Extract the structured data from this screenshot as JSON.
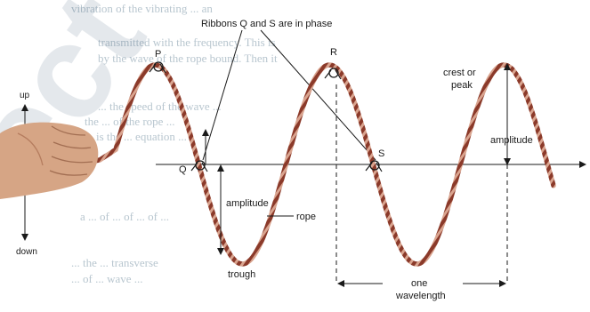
{
  "diagram": {
    "callout": "Ribbons Q and S are in phase",
    "points": {
      "p": "P",
      "q": "Q",
      "r": "R",
      "s": "S"
    },
    "crest_label": [
      "crest or",
      "peak"
    ],
    "amplitude_label": "amplitude",
    "amplitude_lower_label": "amplitude",
    "rope_label": "rope",
    "trough_label": "trough",
    "wavelength_label": [
      "one",
      "wavelength"
    ],
    "up_label": "up",
    "down_label": "down"
  },
  "colors": {
    "rope": "#8b3a2a",
    "rope_stripe": "#d9a48f",
    "line": "#1a1a1a",
    "background_text": "#b8c6cf",
    "watermark": "#2a4a6a"
  },
  "background": {
    "faint_lines": [
      "vibration of the vibrating ... an",
      "transmitted with the frequency. This is",
      "by the wave of the rope bound. Then it",
      "... the speed of the wave ...",
      "the ... of the rope ...",
      "... is the ... equation ...",
      "a ... of ... of ... of ...",
      "... the ... transverse",
      "... of ... wave ..."
    ]
  }
}
